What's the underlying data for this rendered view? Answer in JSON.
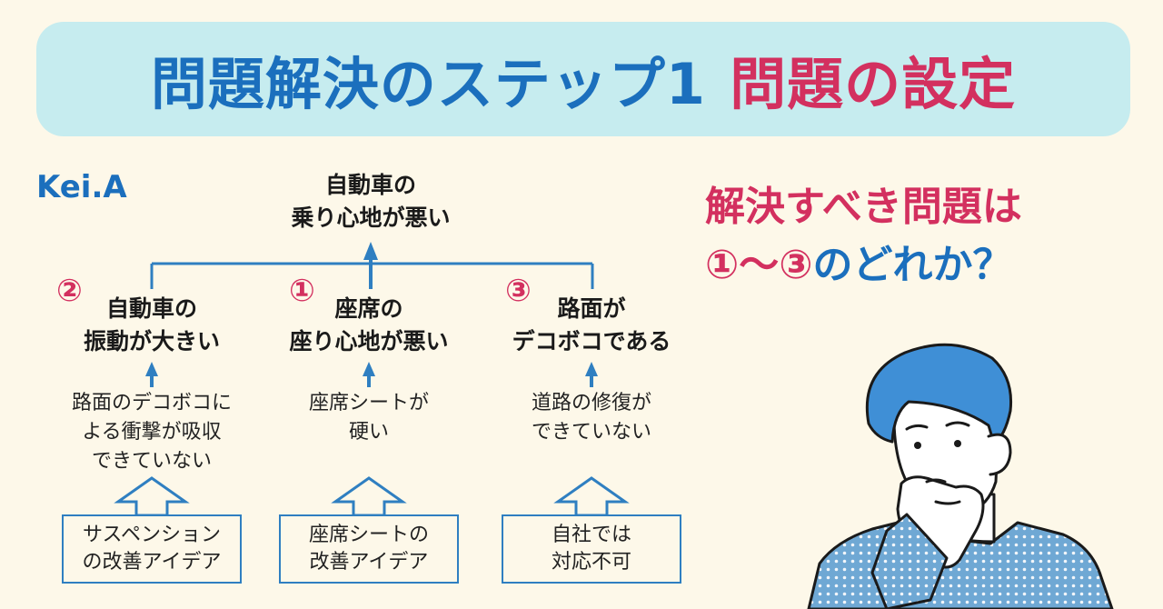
{
  "header": {
    "title_part1": "問題解決のステップ1",
    "title_part2": "問題の設定"
  },
  "author": "Kei.A",
  "diagram": {
    "root": "自動車の\n乗り心地が悪い",
    "branches": [
      {
        "number": "②",
        "problem": "自動車の\n振動が大きい",
        "cause": "路面のデコボコに\nよる衝撃が吸収\nできていない",
        "solution": "サスペンション\nの改善アイデア"
      },
      {
        "number": "①",
        "problem": "座席の\n座り心地が悪い",
        "cause": "座席シートが\n硬い",
        "solution": "座席シートの\n改善アイデア"
      },
      {
        "number": "③",
        "problem": "路面が\nデコボコである",
        "cause": "道路の修復が\nできていない",
        "solution": "自社では\n対応不可"
      }
    ]
  },
  "question": {
    "line1": "解決すべき問題は",
    "line2_numbers": "①～③",
    "line2_rest": "のどれか？"
  },
  "colors": {
    "accent_blue": "#1b6fbd",
    "accent_red": "#d3305f",
    "header_bg": "#c6ecef",
    "background": "#fdf8e9",
    "shirt": "#6fa8d4"
  },
  "icons": {
    "person": "thinking-man-illustration"
  }
}
